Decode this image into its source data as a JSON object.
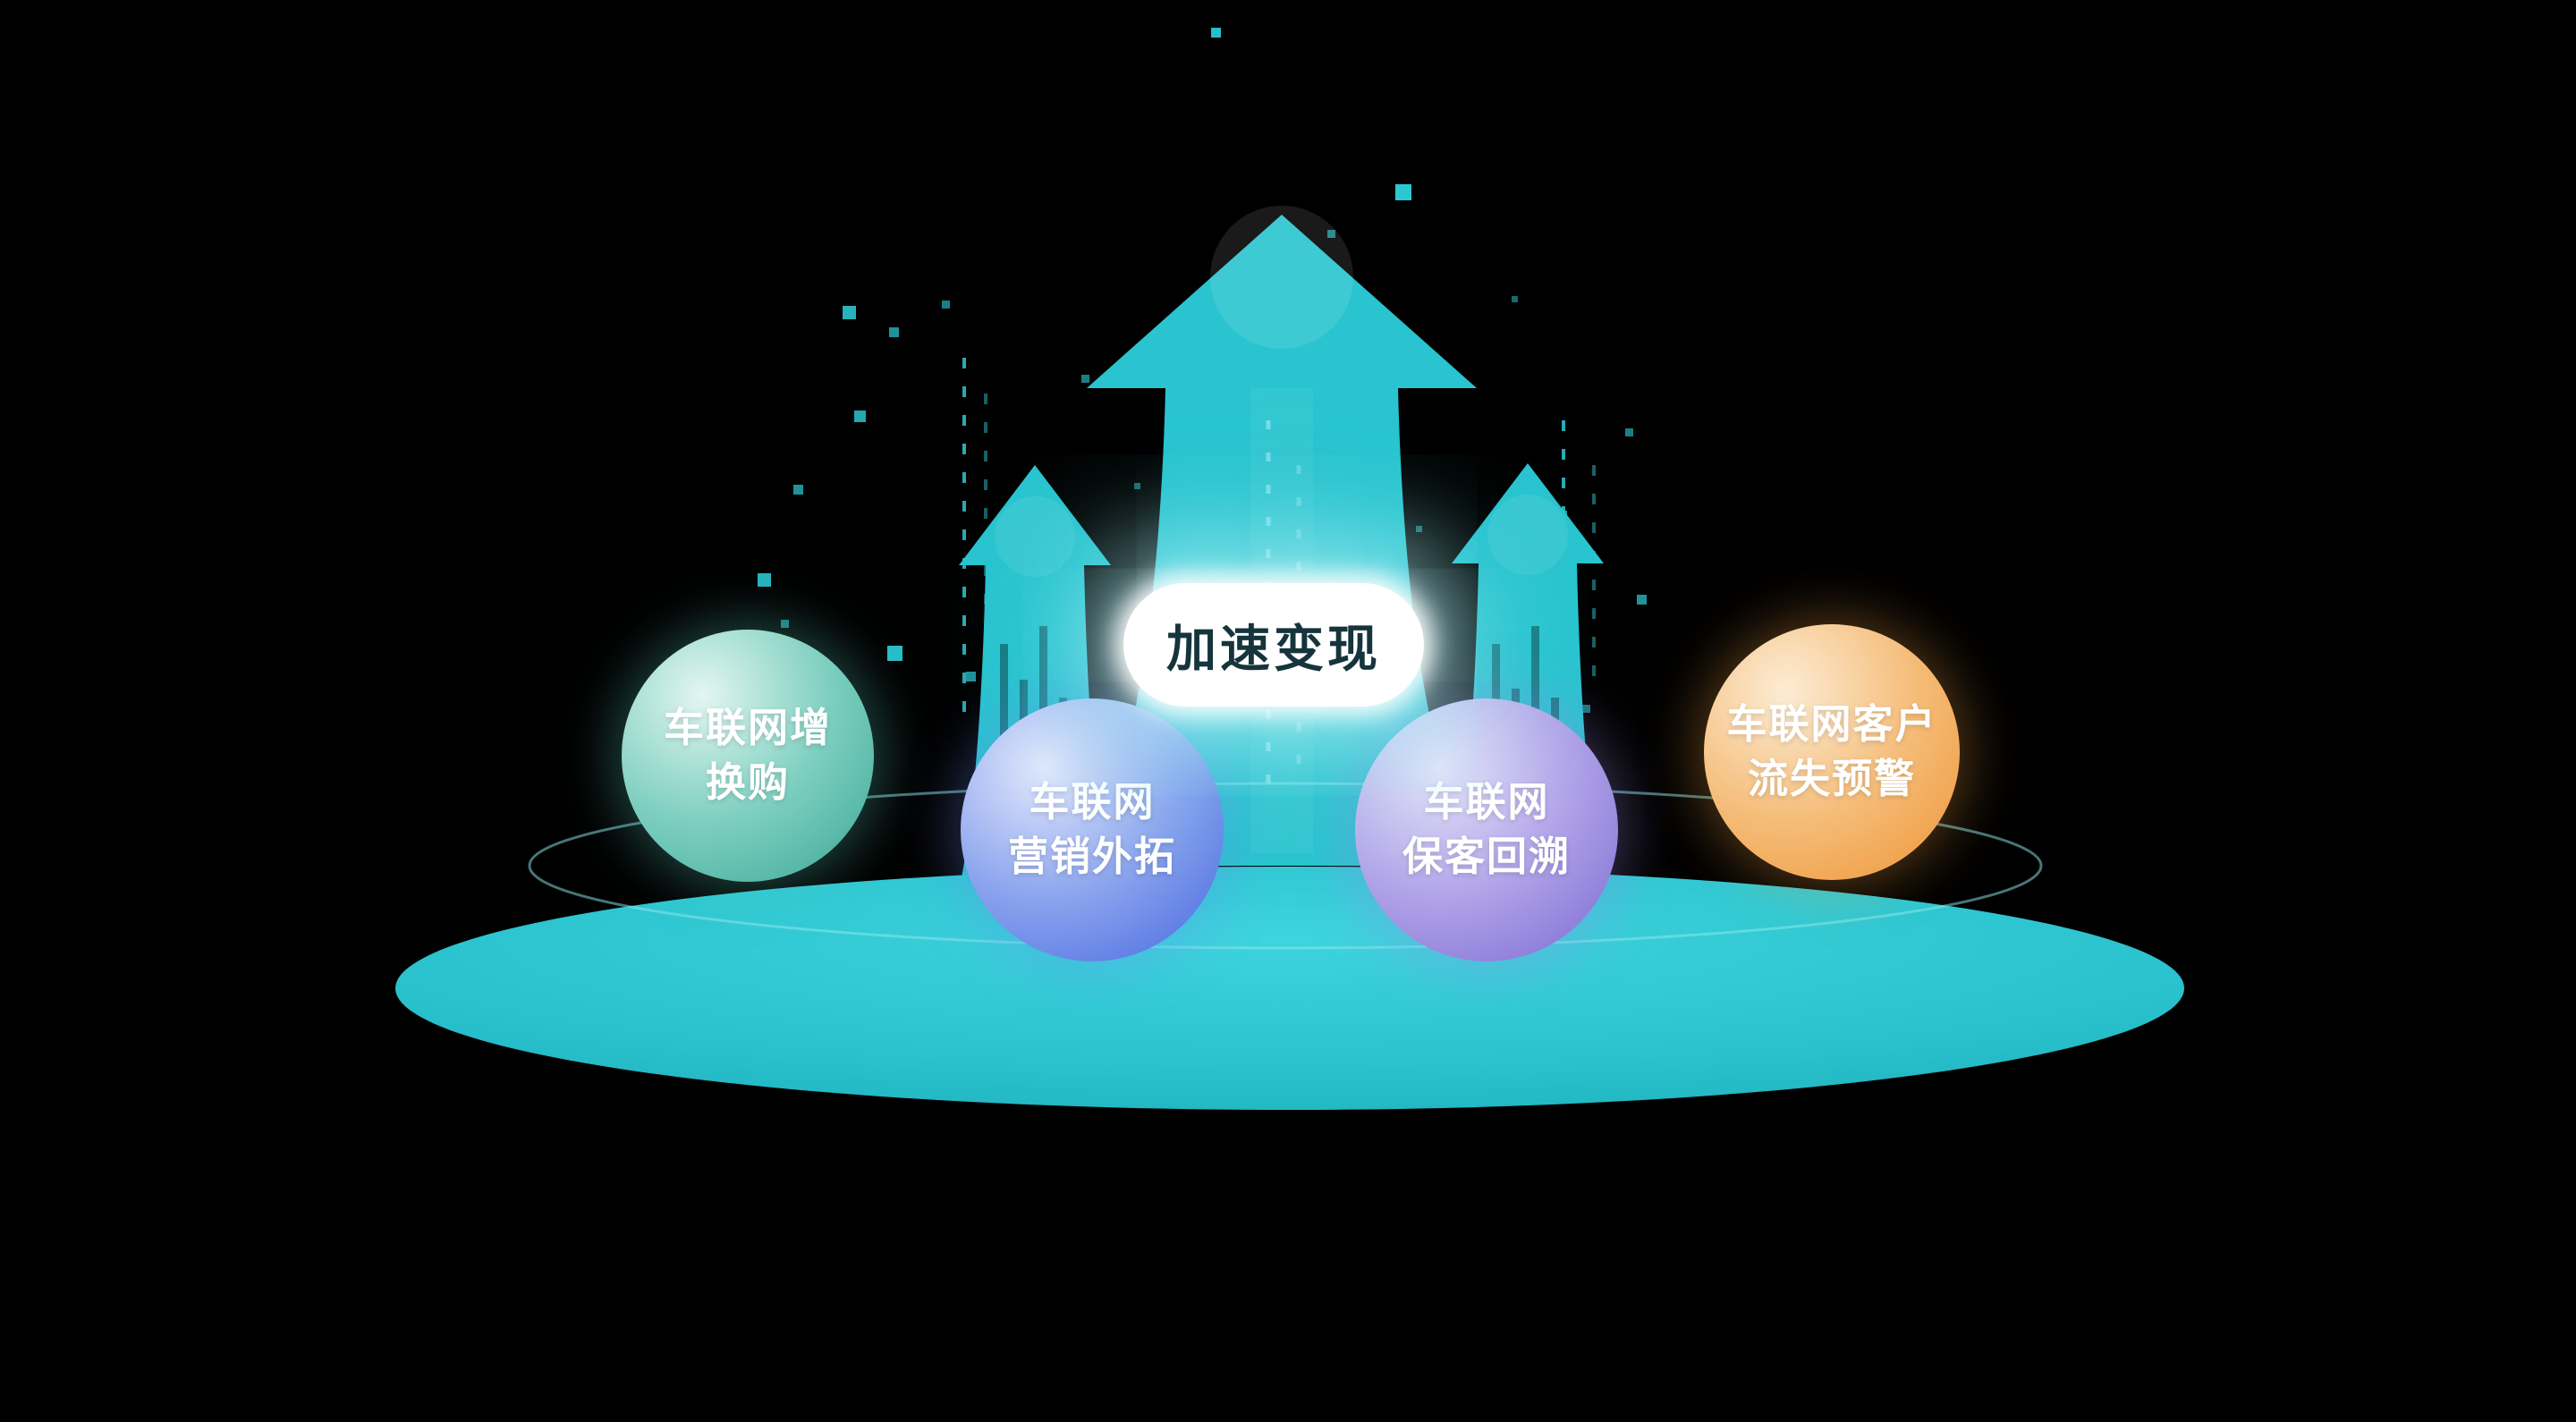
{
  "diagram": {
    "center_label": "加速变现",
    "spheres": [
      {
        "id": "trade-in",
        "lines": [
          "车联网增",
          "换购"
        ],
        "colors": {
          "highlight": "#e2f6f0",
          "mid": "#7ecfc0",
          "deep": "#3aa796",
          "glow": "rgba(92,207,192,0.35)"
        }
      },
      {
        "id": "marketing-expansion",
        "lines": [
          "车联网",
          "营销外拓"
        ],
        "colors": {
          "highlight": "#e4e9fc",
          "mid": "#8ba4ee",
          "deep": "#4667df",
          "glow": "rgba(108,140,238,0.35)"
        }
      },
      {
        "id": "customer-retention",
        "lines": [
          "车联网",
          "保客回溯"
        ],
        "colors": {
          "highlight": "#eae5fa",
          "mid": "#b0a3e8",
          "deep": "#7a68d2",
          "glow": "rgba(160,140,230,0.35)"
        }
      },
      {
        "id": "churn-warning",
        "lines": [
          "车联网客户",
          "流失预警"
        ],
        "colors": {
          "highlight": "#fcecd4",
          "mid": "#f5bd7a",
          "deep": "#ee9434",
          "glow": "rgba(240,160,70,0.35)"
        }
      }
    ],
    "colors": {
      "primary": "#29c4cf",
      "background": "#000000",
      "label_bg": "#ffffff",
      "label_text": "#16343c"
    }
  }
}
